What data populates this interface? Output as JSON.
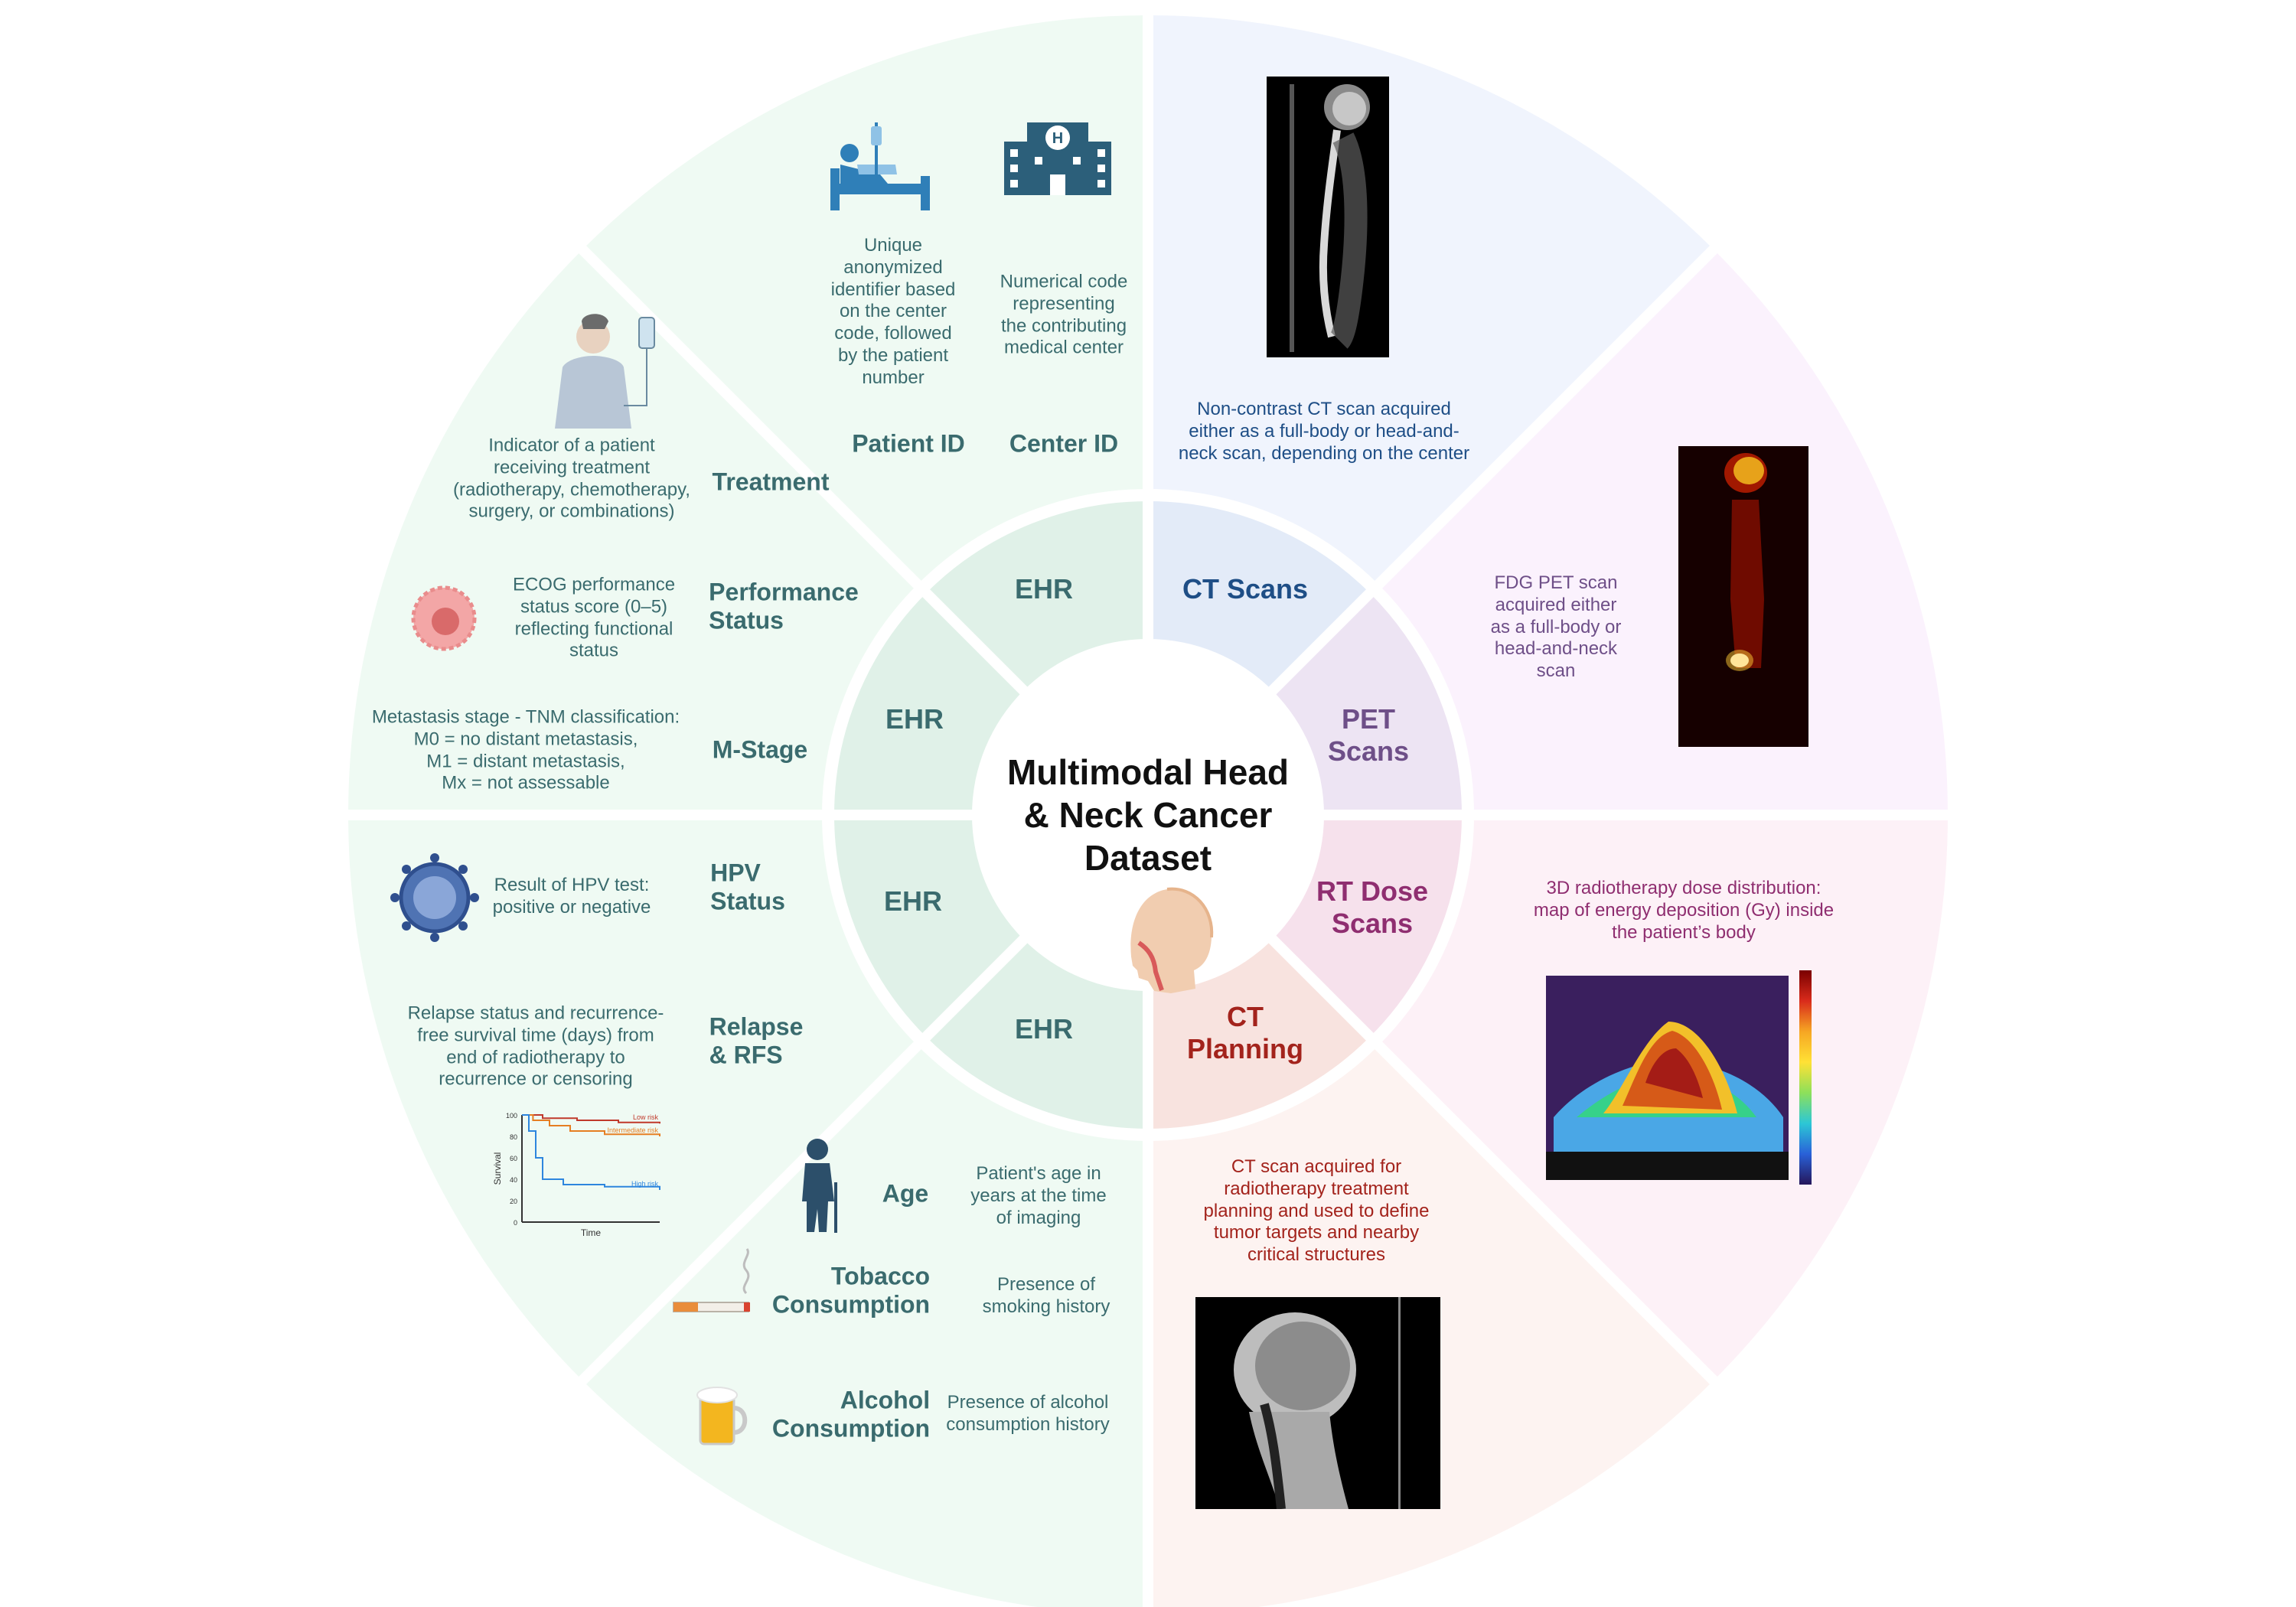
{
  "title": [
    "Multimodal Head",
    "& Neck Cancer",
    "Dataset"
  ],
  "colors": {
    "ehr_outer": "#effaf3",
    "ehr_mid": "#e0f1e8",
    "ehr_label": "#3a6b6e",
    "ct_blue": "#1e4e86",
    "pet_purple": "#6e4f88",
    "rt_magenta": "#8f2e70",
    "ct_planning_red": "#a3231c"
  },
  "ring": {
    "ehr_1": "EHR",
    "ehr_2": "EHR",
    "ehr_3": "EHR",
    "ehr_4": "EHR",
    "ct_scans": "CT Scans",
    "pet_scans": [
      "PET",
      "Scans"
    ],
    "rt_dose_scans": [
      "RT Dose",
      "Scans"
    ],
    "ct_planning": [
      "CT",
      "Planning"
    ]
  },
  "ehr": {
    "patient_id": {
      "label": "Patient ID",
      "desc": [
        "Unique",
        "anonymized",
        "identifier based",
        "on the center",
        "code, followed",
        "by the patient",
        "number"
      ],
      "icon": "hospital-bed-icon"
    },
    "center_id": {
      "label": "Center ID",
      "desc": [
        "Numerical code",
        "representing",
        "the contributing",
        "medical center"
      ],
      "icon": "hospital-building-icon"
    },
    "treatment": {
      "label": "Treatment",
      "desc": [
        "Indicator of a patient",
        "receiving treatment",
        "(radiotherapy, chemotherapy,",
        "surgery, or combinations)"
      ],
      "icon": "patient-iv-icon"
    },
    "performance_status": {
      "label": [
        "Performance",
        "Status"
      ],
      "desc": [
        "ECOG performance",
        "status score (0–5)",
        "reflecting functional",
        "status"
      ],
      "icon": "cell-icon"
    },
    "m_stage": {
      "label": "M-Stage",
      "desc": [
        "Metastasis stage - TNM classification:",
        "M0 = no distant metastasis,",
        "M1  = distant metastasis,",
        "Mx = not assessable"
      ]
    },
    "hpv_status": {
      "label": [
        "HPV",
        "Status"
      ],
      "desc": [
        "Result of HPV test:",
        "positive or negative"
      ],
      "icon": "virus-icon"
    },
    "relapse_rfs": {
      "label": [
        "Relapse",
        "& RFS"
      ],
      "desc": [
        "Relapse status and recurrence-",
        "free survival time (days) from",
        "end of radiotherapy to",
        "recurrence or censoring"
      ]
    },
    "age": {
      "label": "Age",
      "desc": [
        "Patient's age in",
        "years at the time",
        "of imaging"
      ],
      "icon": "elderly-person-icon"
    },
    "tobacco": {
      "label": [
        "Tobacco",
        "Consumption"
      ],
      "desc": [
        "Presence of",
        "smoking history"
      ],
      "icon": "cigarette-icon"
    },
    "alcohol": {
      "label": [
        "Alcohol",
        "Consumption"
      ],
      "desc": [
        "Presence of alcohol",
        "consumption history"
      ],
      "icon": "beer-mug-icon"
    }
  },
  "imaging": {
    "ct": {
      "desc": [
        "Non-contrast CT scan acquired",
        "either as a full-body or head-and-",
        "neck scan, depending on the center"
      ]
    },
    "pet": {
      "desc": [
        "FDG PET scan",
        "acquired either",
        "as a full-body or",
        "head-and-neck",
        "scan"
      ]
    },
    "rt_dose": {
      "desc": [
        "3D radiotherapy dose distribution:",
        "map of energy deposition (Gy) inside",
        "the patient’s body"
      ]
    },
    "ct_planning": {
      "desc": [
        "CT scan acquired for",
        "radiotherapy treatment",
        "planning and used to define",
        "tumor targets and nearby",
        "critical structures"
      ]
    }
  },
  "survival_plot": {
    "ylabel": "Survival",
    "xlabel": "Time",
    "yticks": [
      "0",
      "20",
      "40",
      "60",
      "80",
      "100"
    ],
    "series": [
      {
        "name": "Low risk",
        "color": "#c0392b"
      },
      {
        "name": "Intermediate risk",
        "color": "#e67e22"
      },
      {
        "name": "High risk",
        "color": "#2e86de"
      }
    ]
  }
}
